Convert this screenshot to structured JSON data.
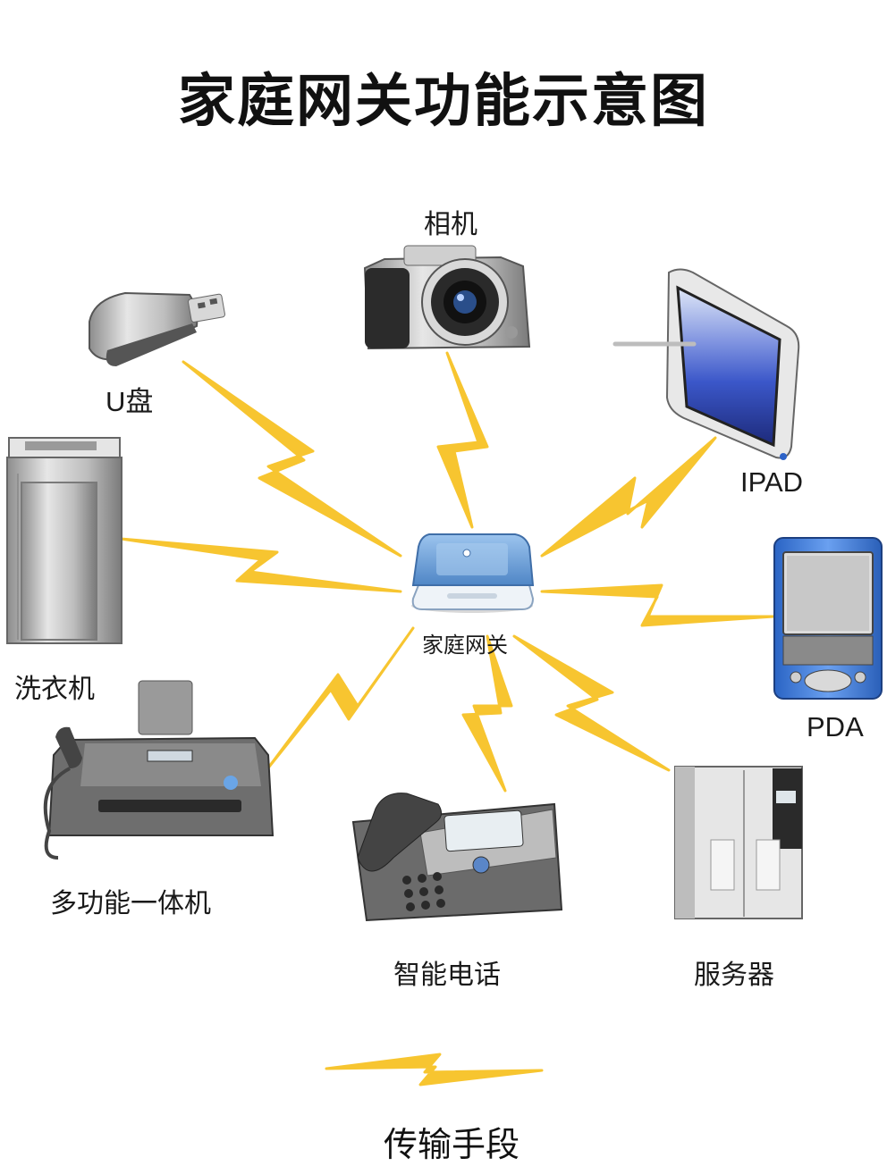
{
  "title": "家庭网关功能示意图",
  "hub": {
    "label": "家庭网关",
    "icon": "scanner-gateway-icon"
  },
  "devices": [
    {
      "key": "camera",
      "label": "相机",
      "icon": "camera-icon"
    },
    {
      "key": "usb",
      "label": "U盘",
      "icon": "usb-drive-icon"
    },
    {
      "key": "ipad",
      "label": "IPAD",
      "icon": "tablet-icon"
    },
    {
      "key": "washer",
      "label": "洗衣机",
      "icon": "washing-machine-icon"
    },
    {
      "key": "pda",
      "label": "PDA",
      "icon": "pda-icon"
    },
    {
      "key": "mfp",
      "label": "多功能一体机",
      "icon": "fax-machine-icon"
    },
    {
      "key": "phone",
      "label": "智能电话",
      "icon": "desk-phone-icon"
    },
    {
      "key": "server",
      "label": "服务器",
      "icon": "server-cabinet-icon"
    }
  ],
  "legend": {
    "label": "传输手段",
    "icon": "lightning-bolt-icon"
  },
  "colors": {
    "bolt": "#F7C530",
    "hub_blue": "#6FA3D8",
    "text": "#1a1a1a"
  }
}
